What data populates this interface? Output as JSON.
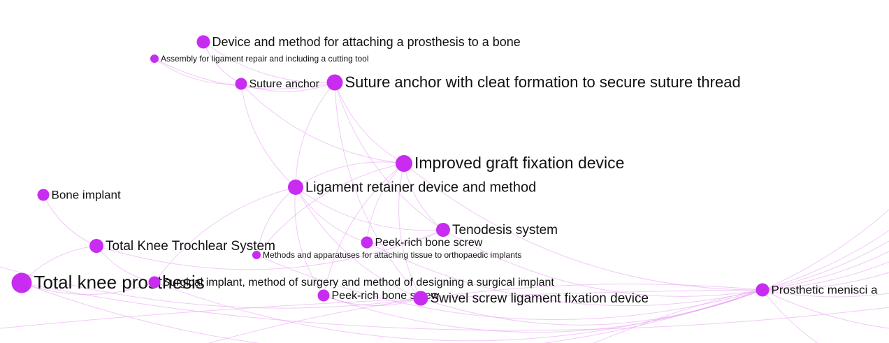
{
  "graph": {
    "node_color": "#c82cf0",
    "edge_color": "#e79cf3",
    "nodes": [
      {
        "id": "n1",
        "label": "Device and method for attaching a prosthesis to a bone"
      },
      {
        "id": "n2",
        "label": "Assembly for ligament repair and including a cutting tool"
      },
      {
        "id": "n3",
        "label": "Suture anchor"
      },
      {
        "id": "n4",
        "label": "Suture anchor with cleat formation to secure suture thread"
      },
      {
        "id": "n5",
        "label": "Improved graft fixation device"
      },
      {
        "id": "n6",
        "label": "Ligament retainer device and method"
      },
      {
        "id": "n7",
        "label": "Bone implant"
      },
      {
        "id": "n8",
        "label": "Tenodesis system"
      },
      {
        "id": "n9",
        "label": "Peek-rich bone screw"
      },
      {
        "id": "n10",
        "label": "Total Knee Trochlear System"
      },
      {
        "id": "n11",
        "label": "Methods and apparatuses for attaching tissue to orthopaedic implants"
      },
      {
        "id": "n12",
        "label": "Total knee prosthesis"
      },
      {
        "id": "n13",
        "label": "Surgical implant, method of surgery and method of designing a surgical implant"
      },
      {
        "id": "n14",
        "label": "Peek-rich bone screw"
      },
      {
        "id": "n15",
        "label": "Swivel screw ligament fixation device"
      },
      {
        "id": "n16",
        "label": "Prosthetic menisci a"
      }
    ]
  }
}
